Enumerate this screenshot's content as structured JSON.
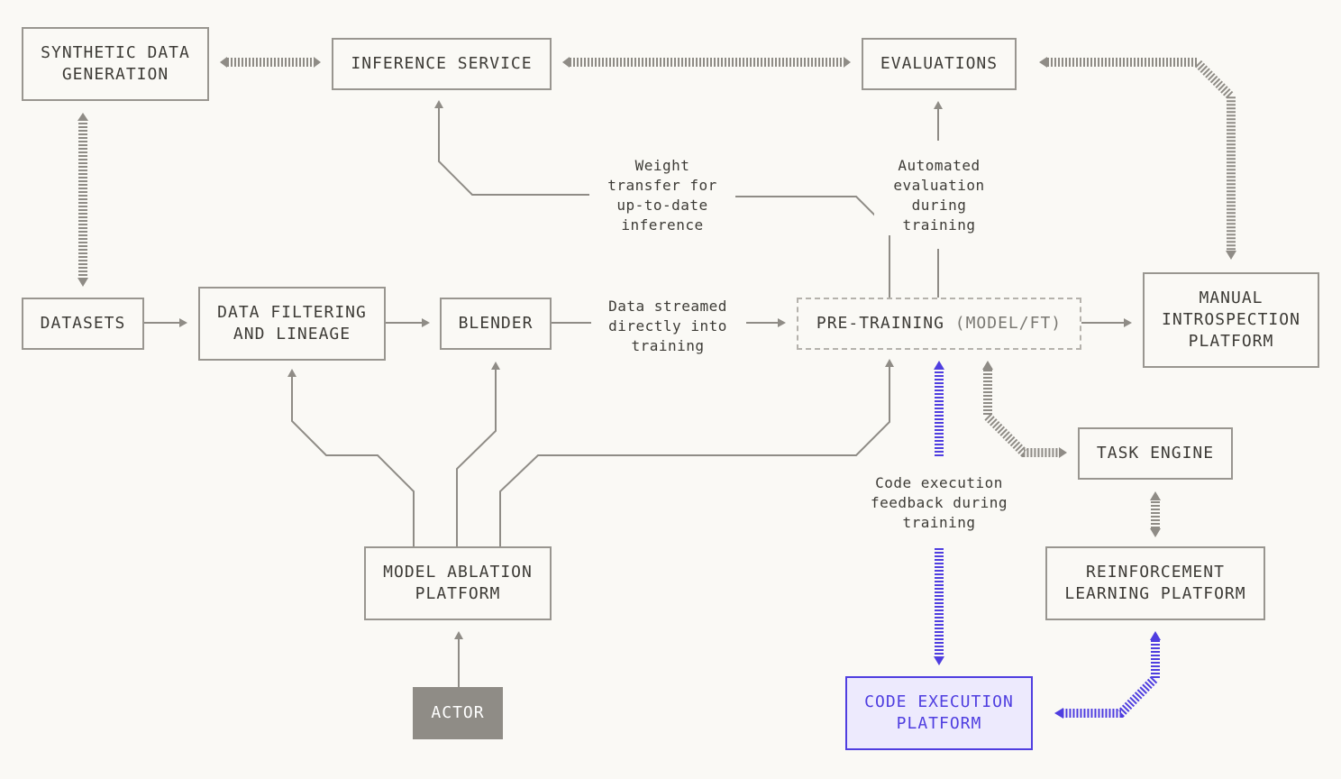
{
  "nodes": {
    "synthetic": "SYNTHETIC DATA\nGENERATION",
    "inference": "INFERENCE SERVICE",
    "evaluations": "EVALUATIONS",
    "datasets": "DATASETS",
    "filtering": "DATA FILTERING\nAND LINEAGE",
    "blender": "BLENDER",
    "pretraining": "PRE-TRAINING",
    "pretraining_suffix": "(MODEL/FT)",
    "manual": "MANUAL\nINTROSPECTION\nPLATFORM",
    "task_engine": "TASK ENGINE",
    "rl": "REINFORCEMENT\nLEARNING PLATFORM",
    "ablation": "MODEL ABLATION\nPLATFORM",
    "actor": "ACTOR",
    "code_exec": "CODE EXECUTION\nPLATFORM"
  },
  "labels": {
    "weight_transfer": "Weight\ntransfer for\nup-to-date\ninference",
    "auto_eval": "Automated\nevaluation\nduring\ntraining",
    "data_streamed": "Data streamed\ndirectly into\ntraining",
    "code_feedback": "Code execution\nfeedback during\ntraining"
  },
  "colors": {
    "background": "#faf9f5",
    "line": "#8f8c86",
    "accent": "#4f3ee0",
    "accent_fill": "#edeafd",
    "actor_fill": "#8f8c86"
  }
}
